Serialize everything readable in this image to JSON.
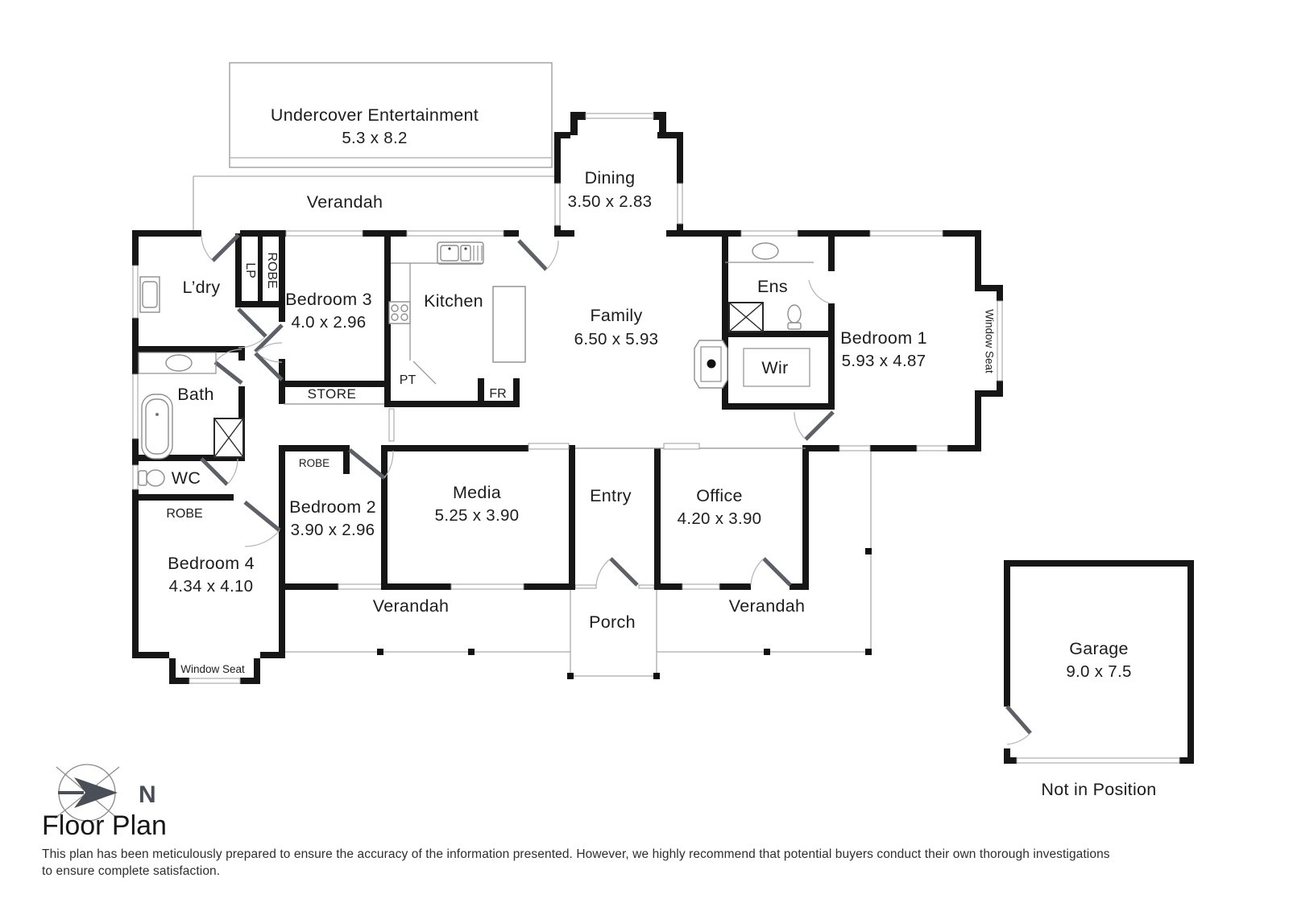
{
  "colors": {
    "wall": "#161616",
    "door_leaf": "#5d6167",
    "compass": "#4a4e57"
  },
  "plan": {
    "outdoor": {
      "undercover": {
        "name": "Undercover Entertainment",
        "dims": "5.3 x 8.2"
      },
      "verandah_top": "Verandah",
      "verandah_bottom_left": "Verandah",
      "verandah_bottom_right": "Verandah",
      "porch": "Porch"
    },
    "rooms": {
      "dining": {
        "name": "Dining",
        "dims": "3.50 x 2.83"
      },
      "laundry": {
        "name": "L’dry"
      },
      "lp": "LP",
      "robe_hall": "ROBE",
      "bedroom3": {
        "name": "Bedroom 3",
        "dims": "4.0 x 2.96"
      },
      "kitchen": {
        "name": "Kitchen"
      },
      "family": {
        "name": "Family",
        "dims": "6.50 x 5.93"
      },
      "ens": {
        "name": "Ens"
      },
      "wir": {
        "name": "Wir"
      },
      "bedroom1": {
        "name": "Bedroom 1",
        "dims": "5.93 x 4.87"
      },
      "window_seat_right": "Window Seat",
      "bath": {
        "name": "Bath"
      },
      "store": "STORE",
      "pt": "PT",
      "fr": "FR",
      "wc": "WC",
      "robe_bed4": "ROBE",
      "bedroom4": {
        "name": "Bedroom 4",
        "dims": "4.34 x 4.10"
      },
      "window_seat_bottom": "Window Seat",
      "robe_bed2": "ROBE",
      "bedroom2": {
        "name": "Bedroom 2",
        "dims": "3.90 x 2.96"
      },
      "media": {
        "name": "Media",
        "dims": "5.25 x 3.90"
      },
      "entry": {
        "name": "Entry"
      },
      "office": {
        "name": "Office",
        "dims": "4.20 x 3.90"
      }
    },
    "garage": {
      "name": "Garage",
      "dims": "9.0 x 7.5",
      "note": "Not in Position"
    },
    "compass": {
      "label": "N"
    },
    "footer": {
      "title": "Floor Plan",
      "disclaimer_line1": "This plan has been meticulously prepared to ensure the accuracy of the information presented. However, we highly recommend that potential buyers conduct their own thorough investigations",
      "disclaimer_line2": "to ensure complete satisfaction."
    }
  }
}
